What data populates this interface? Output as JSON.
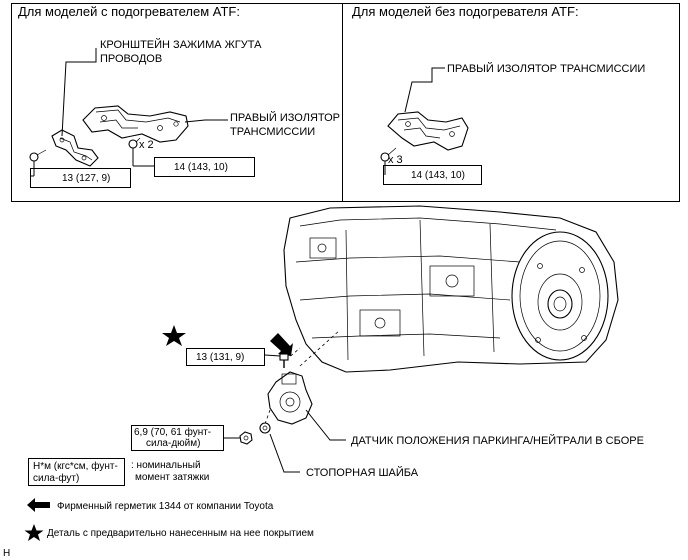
{
  "left_panel": {
    "header": "Для моделей с подогревателем ATF:",
    "bracket_label_1": "КРОНШТЕЙН ЗАЖИМА ЖГУТА",
    "bracket_label_2": "ПРОВОДОВ",
    "isolator_label_1": "ПРАВЫЙ ИЗОЛЯТОР",
    "isolator_label_2": "ТРАНСМИССИИ",
    "multiplier": "x 2",
    "torque_1": "13 (127, 9)",
    "torque_2": "14 (143, 10)"
  },
  "right_panel": {
    "header": "Для моделей без подогревателя ATF:",
    "isolator_label": "ПРАВЫЙ ИЗОЛЯТОР ТРАНСМИССИИ",
    "multiplier": "x 3",
    "torque": "14 (143, 10)"
  },
  "main": {
    "bolt_torque": "13 (131, 9)",
    "nut_torque_1": "6,9 (70, 61 фунт-",
    "nut_torque_2": "сила-дюйм)",
    "sensor_label": "ДАТЧИК ПОЛОЖЕНИЯ ПАРКИНГА/НЕЙТРАЛИ В СБОРЕ",
    "washer_label": "СТОПОРНАЯ ШАЙБА"
  },
  "legend": {
    "unit_box_1": "Н*м (кгс*см, фунт-",
    "unit_box_2": "сила-фут)",
    "unit_desc_1": ": номинальный",
    "unit_desc_2": "момент затяжки",
    "sealant_text": "Фирменный герметик 1344 от компании Toyota",
    "precoat_text": "Деталь с предварительно нанесенным на нее покрытием"
  },
  "footer_mark": "H"
}
